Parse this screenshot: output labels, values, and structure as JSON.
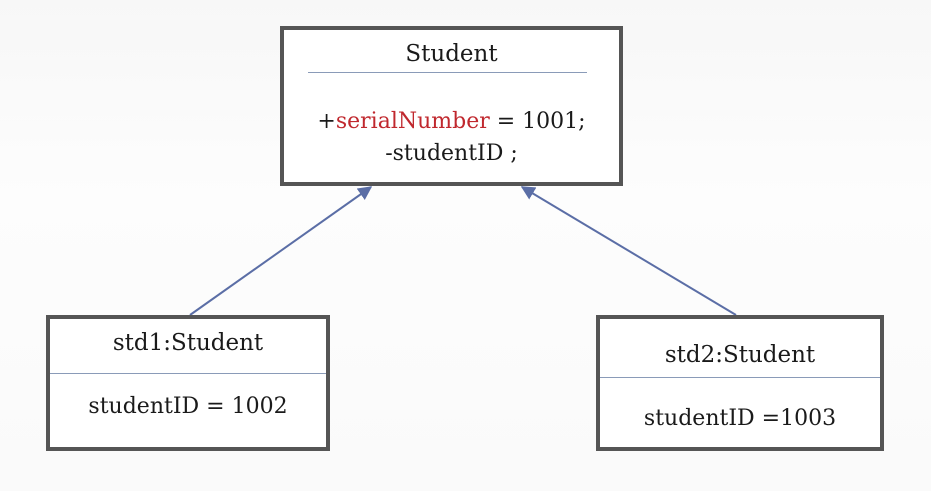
{
  "class": {
    "name": "Student",
    "attributes": [
      {
        "prefix": "+",
        "name": "serialNumber",
        "suffix": " = 1001;"
      },
      {
        "prefix": "-",
        "name": "studentID",
        "suffix": " ;"
      }
    ]
  },
  "objects": [
    {
      "title": "std1:Student",
      "attribute": "studentID = 1002"
    },
    {
      "title": "std2:Student",
      "attribute": "studentID =1003"
    }
  ],
  "colors": {
    "border": "#555555",
    "divider": "#8a9bb8",
    "connector": "#5b6ea6",
    "highlight": "#c0282e"
  }
}
